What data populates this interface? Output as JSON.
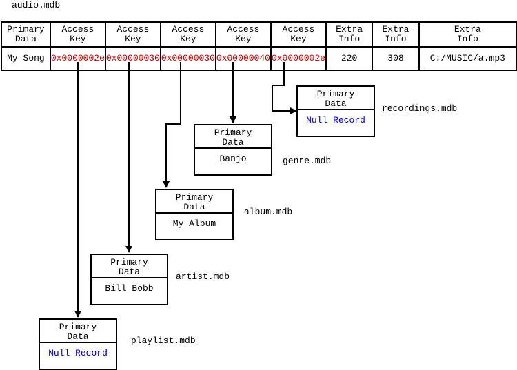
{
  "main_table": {
    "title": "audio.mdb",
    "headers": [
      "Primary\nData",
      "Access\nKey",
      "Access\nKey",
      "Access\nKey",
      "Access\nKey",
      "Access\nKey",
      "Extra\nInfo",
      "Extra\nInfo",
      "Extra\nInfo"
    ],
    "values": [
      "My Song",
      "0x0000002e",
      "0x00000030",
      "0x00000030",
      "0x00000040",
      "0x0000002e",
      "220",
      "308",
      "C:/MUSIC/a.mp3"
    ]
  },
  "records": [
    {
      "id": "recordings",
      "file": "recordings.mdb",
      "header": "Primary\nData",
      "value": "Null Record",
      "is_null": true
    },
    {
      "id": "genre",
      "file": "genre.mdb",
      "header": "Primary\nData",
      "value": "Banjo",
      "is_null": false
    },
    {
      "id": "album",
      "file": "album.mdb",
      "header": "Primary\nData",
      "value": "My Album",
      "is_null": false
    },
    {
      "id": "artist",
      "file": "artist.mdb",
      "header": "Primary\nData",
      "value": "Bill Bobb",
      "is_null": false
    },
    {
      "id": "playlist",
      "file": "playlist.mdb",
      "header": "Primary\nData",
      "value": "Null Record",
      "is_null": true
    }
  ],
  "colors": {
    "key_text": "#c00000",
    "null_text": "#0000c0",
    "line": "#000000"
  }
}
